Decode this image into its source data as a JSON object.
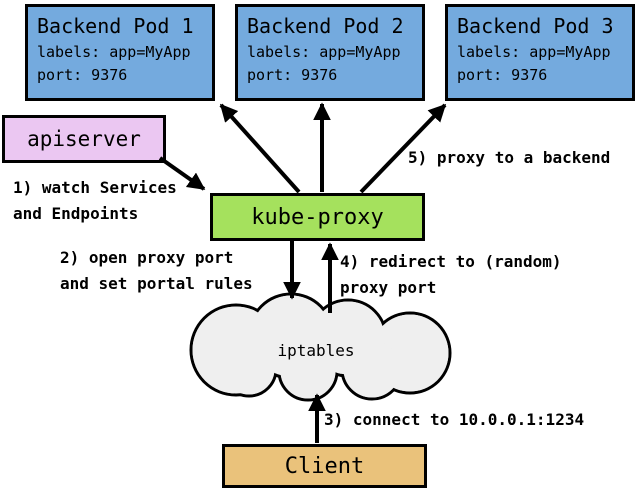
{
  "nodes": {
    "pods": [
      {
        "title": "Backend Pod 1",
        "labels": "labels: app=MyApp",
        "port": "port: 9376"
      },
      {
        "title": "Backend Pod 2",
        "labels": "labels: app=MyApp",
        "port": "port: 9376"
      },
      {
        "title": "Backend Pod 3",
        "labels": "labels: app=MyApp",
        "port": "port: 9376"
      }
    ],
    "apiserver": {
      "label": "apiserver"
    },
    "kube_proxy": {
      "label": "kube-proxy"
    },
    "cloud": {
      "label": "iptables"
    },
    "client": {
      "label": "Client"
    }
  },
  "annotations": {
    "step1": {
      "line1": "1) watch Services",
      "line2": "and Endpoints"
    },
    "step2": {
      "line1": "2) open proxy port",
      "line2": "and set portal rules"
    },
    "step3": {
      "text": "3) connect to 10.0.0.1:1234"
    },
    "step4": {
      "line1": "4) redirect to (random)",
      "line2": "proxy port"
    },
    "step5": {
      "text": "5) proxy to a backend"
    }
  },
  "colors": {
    "pod_fill": "#74AADE",
    "apiserver_fill": "#EBC7F2",
    "kube_proxy_fill": "#A5E15D",
    "client_fill": "#EAC27B",
    "cloud_fill": "#EFEFEF",
    "border": "#000000",
    "background": "#FFFFFF"
  }
}
